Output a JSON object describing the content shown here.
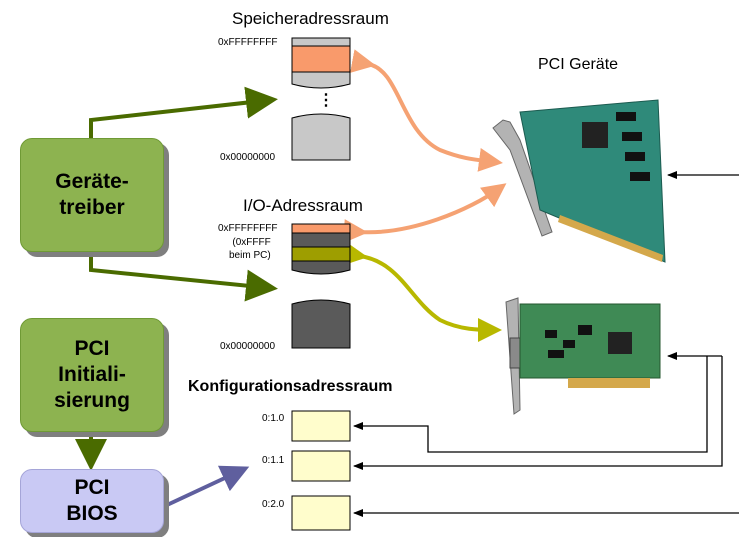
{
  "title": "Speicheradressraum",
  "pci_devices_label": "PCI Geräte",
  "memory_space": {
    "top_address": "0xFFFFFFFF",
    "bottom_address": "0x00000000",
    "ellipsis": "⋮"
  },
  "io_space": {
    "title": "I/O-Adressraum",
    "top_address": "0xFFFFFFFF",
    "pc_limit_note": "(0xFFFF\nbeim PC)",
    "bottom_address": "0x00000000",
    "ellipsis": "⋮"
  },
  "config_space": {
    "title": "Konfigurationsadressraum",
    "entries": [
      "0:1.0",
      "0:1.1",
      "0:2.0"
    ]
  },
  "boxes": {
    "geraetetreiber": "Geräte-\ntreiber",
    "pci_init": "PCI\nInitiali-\nsierung",
    "pci_bios": "PCI\nBIOS"
  },
  "colors": {
    "driver_arrow": "#4a6b00",
    "memory_arrow": "#f5a273",
    "io_arrow": "#b8b800",
    "bios_arrow": "#5f5f9e",
    "memory_fill": "#c8c8c8",
    "io_fill": "#5a5a5a",
    "orange_region": "#f99a6b",
    "olive_region": "#9e9e00",
    "config_fill": "#fffdcc"
  }
}
